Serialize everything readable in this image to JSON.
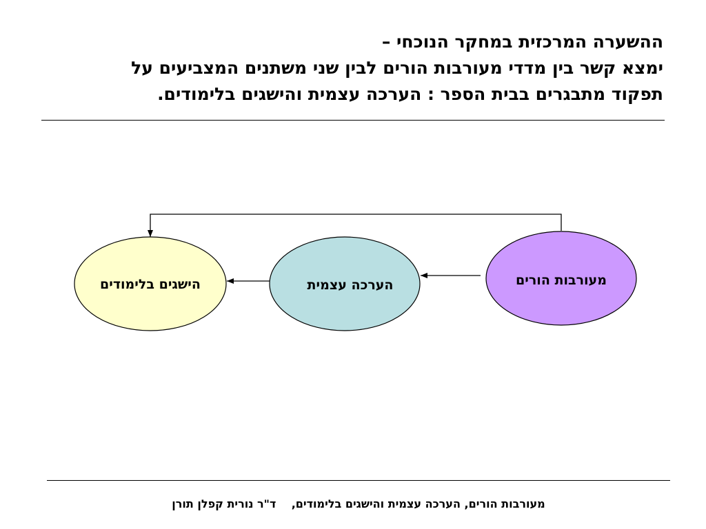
{
  "slide": {
    "title_lines": [
      "ההשערה המרכזית במחקר הנוכחי –",
      "ימצא קשר בין מדדי מעורבות הורים לבין שני משתנים המצביעים על",
      "תפקוד מתבגרים בבית הספר : הערכה עצמית והישגים בלימודים."
    ],
    "footer": {
      "topic": "מעורבות הורים, הערכה עצמית והישגים בלימודים,",
      "author": "ד\"ר נורית קפלן תורן"
    }
  },
  "diagram": {
    "nodes": [
      {
        "id": "parental-involvement",
        "label": "מעורבות הורים",
        "fill": "#cc99ff"
      },
      {
        "id": "self-esteem",
        "label": "הערכה עצמית",
        "fill": "#b9dfe2"
      },
      {
        "id": "academic-achievement",
        "label": "הישגים בלימודים",
        "fill": "#ffffcc"
      }
    ],
    "edges": [
      {
        "from": "parental-involvement",
        "to": "self-esteem"
      },
      {
        "from": "self-esteem",
        "to": "academic-achievement"
      },
      {
        "from": "parental-involvement",
        "to": "academic-achievement"
      }
    ]
  }
}
